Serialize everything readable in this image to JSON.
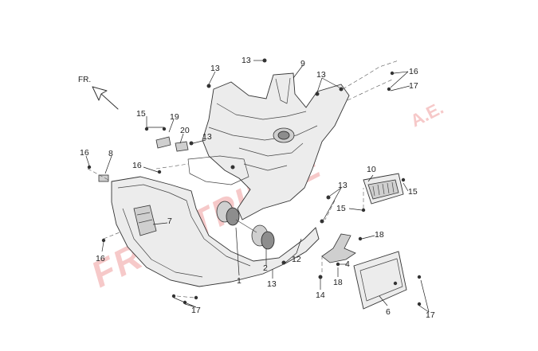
{
  "diagram": {
    "direction_label": "FR.",
    "callouts": [
      {
        "id": "c13a",
        "text": "13"
      },
      {
        "id": "c13b",
        "text": "13"
      },
      {
        "id": "c9",
        "text": "9"
      },
      {
        "id": "c13c",
        "text": "13"
      },
      {
        "id": "c16a",
        "text": "16"
      },
      {
        "id": "c17a",
        "text": "17"
      },
      {
        "id": "c15a",
        "text": "15"
      },
      {
        "id": "c19",
        "text": "19"
      },
      {
        "id": "c20",
        "text": "20"
      },
      {
        "id": "c13d",
        "text": "13"
      },
      {
        "id": "c16b",
        "text": "16"
      },
      {
        "id": "c8",
        "text": "8"
      },
      {
        "id": "c16c",
        "text": "16"
      },
      {
        "id": "c10",
        "text": "10"
      },
      {
        "id": "c15b",
        "text": "15"
      },
      {
        "id": "c13e",
        "text": "13"
      },
      {
        "id": "c15c",
        "text": "15"
      },
      {
        "id": "c7",
        "text": "7"
      },
      {
        "id": "c18a",
        "text": "18"
      },
      {
        "id": "c4",
        "text": "4"
      },
      {
        "id": "c16d",
        "text": "16"
      },
      {
        "id": "c12",
        "text": "12"
      },
      {
        "id": "c2",
        "text": "2"
      },
      {
        "id": "c1",
        "text": "1"
      },
      {
        "id": "c13f",
        "text": "13"
      },
      {
        "id": "c18b",
        "text": "18"
      },
      {
        "id": "c14",
        "text": "14"
      },
      {
        "id": "c6",
        "text": "6"
      },
      {
        "id": "c17b",
        "text": "17"
      },
      {
        "id": "c17c",
        "text": "17"
      }
    ]
  },
  "watermark": {
    "main": "FRONTPIECE",
    "suffix": "A.E."
  },
  "colors": {
    "line": "#333333",
    "watermark": "#f3b7b7"
  }
}
